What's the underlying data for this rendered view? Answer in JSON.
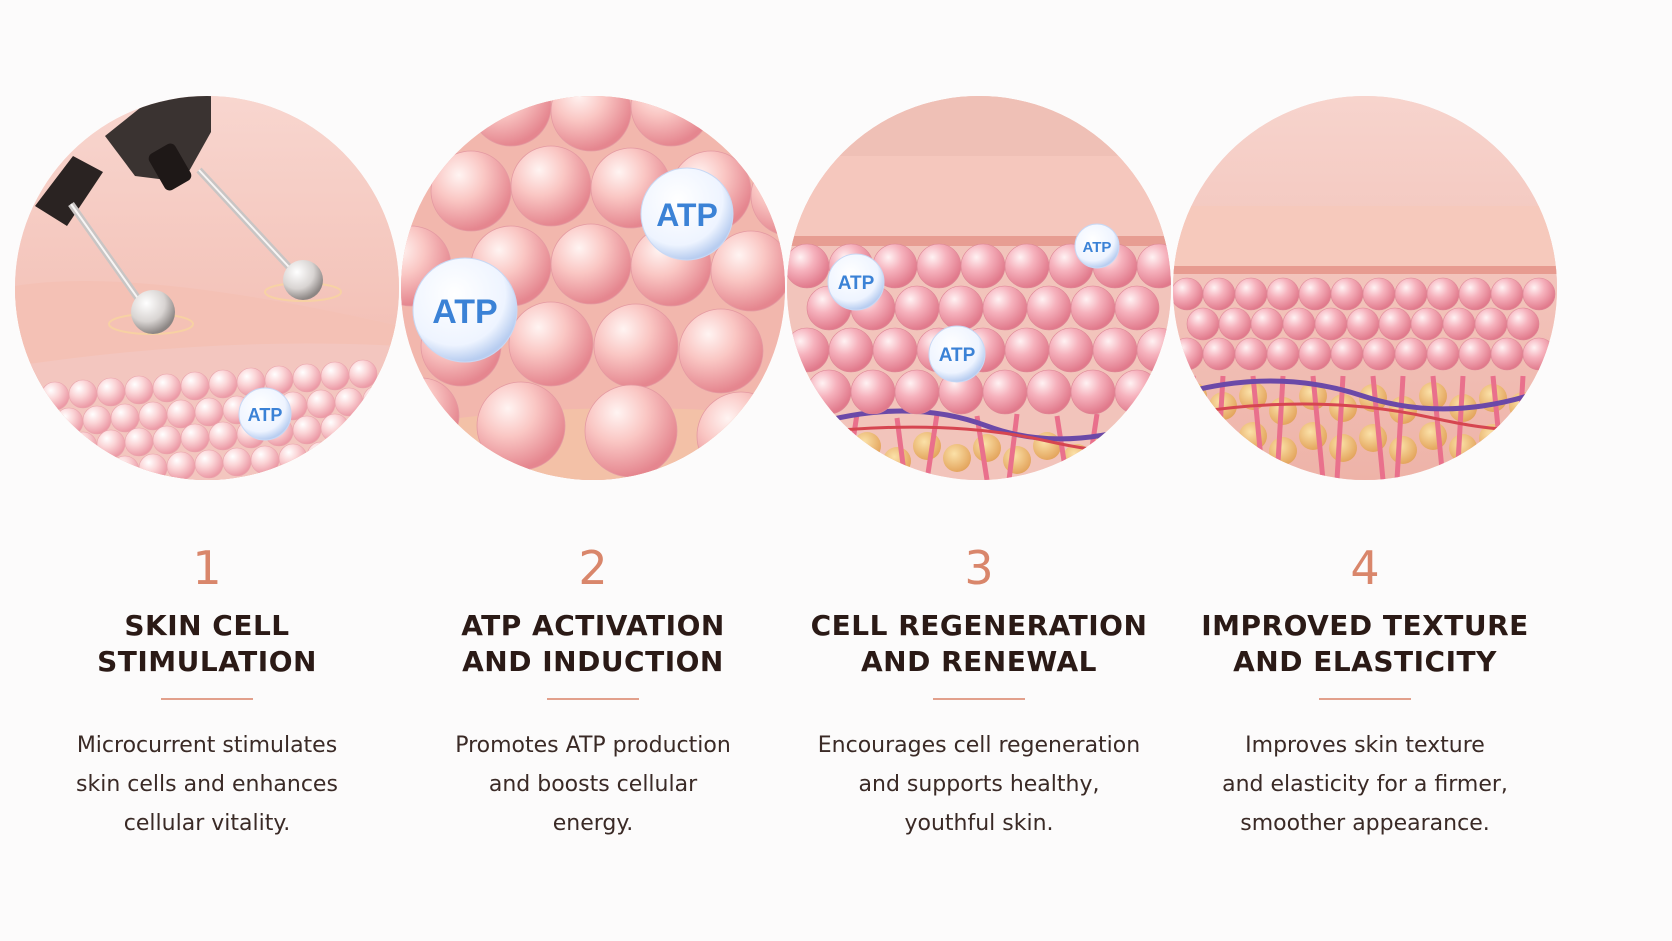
{
  "accent_color": "#d9866b",
  "steps": [
    {
      "number": "1",
      "title_lines": [
        "SKIN CELL",
        "STIMULATION"
      ],
      "desc_lines": [
        "Microcurrent stimulates",
        "skin cells and enhances",
        "cellular vitality."
      ],
      "illustration_icon": "microcurrent-probe-illustration",
      "atp_labels": [
        "ATP"
      ]
    },
    {
      "number": "2",
      "title_lines": [
        "ATP ACTIVATION",
        "AND INDUCTION"
      ],
      "desc_lines": [
        "Promotes ATP production",
        "and boosts cellular",
        "energy."
      ],
      "illustration_icon": "atp-cells-illustration",
      "atp_labels": [
        "ATP",
        "ATP"
      ]
    },
    {
      "number": "3",
      "title_lines": [
        "CELL REGENERATION",
        "AND RENEWAL"
      ],
      "desc_lines": [
        "Encourages cell regeneration",
        "and supports healthy,",
        "youthful skin."
      ],
      "illustration_icon": "skin-layers-atp-illustration",
      "atp_labels": [
        "ATP",
        "ATP",
        "ATP"
      ]
    },
    {
      "number": "4",
      "title_lines": [
        "IMPROVED TEXTURE",
        "AND ELASTICITY"
      ],
      "desc_lines": [
        "Improves skin texture",
        "and elasticity for a firmer,",
        "smoother appearance."
      ],
      "illustration_icon": "firm-skin-layers-illustration",
      "atp_labels": []
    }
  ]
}
